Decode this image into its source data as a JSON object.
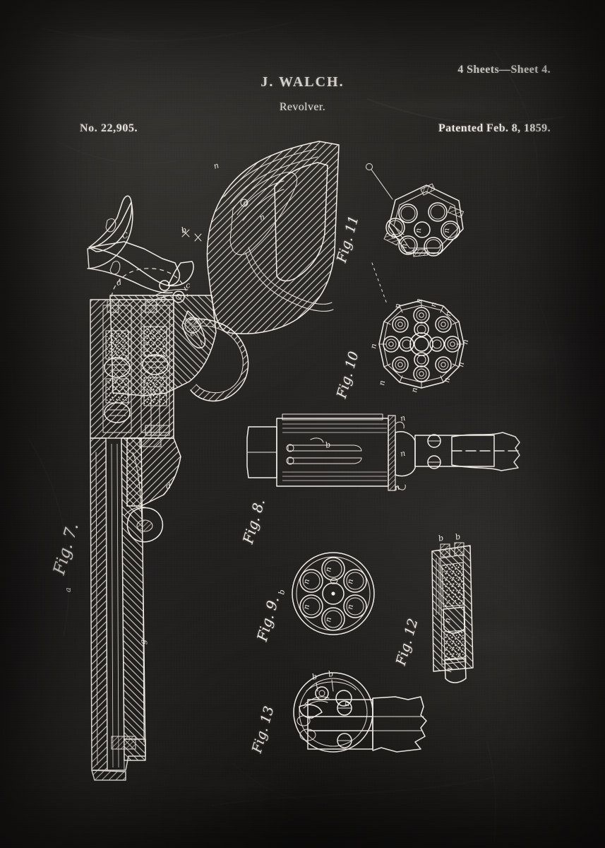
{
  "document": {
    "type": "patent-drawing",
    "inventor": "J. WALCH.",
    "subject": "Revolver.",
    "patent_number": "No. 22,905.",
    "patent_date": "Patented Feb. 8, 1859.",
    "sheet_note": "4 Sheets—Sheet 4."
  },
  "style": {
    "background_color": "#272523",
    "ink_color": "#f2efe8",
    "medium": "chalkboard"
  },
  "figures": [
    {
      "id": "fig-7",
      "label": "Fig. 7.",
      "title": "Longitudinal vertical section of revolver",
      "reference_letters": [
        "n",
        "n",
        "a",
        "b",
        "c",
        "d",
        "e",
        "g",
        "m",
        "o"
      ]
    },
    {
      "id": "fig-11",
      "label": "Fig. 11",
      "title": "End view of hexagonal cylinder with six chambers",
      "reference_letters": [
        "n",
        "n",
        "n",
        "o",
        "n"
      ]
    },
    {
      "id": "fig-10",
      "label": "Fig. 10",
      "title": "Face view of twelve-chamber cylinder",
      "reference_letters": [
        "n",
        "n",
        "n",
        "n",
        "n",
        "n",
        "n",
        "n"
      ]
    },
    {
      "id": "fig-8",
      "label": "Fig. 8.",
      "title": "Longitudinal section of cylinder and breech",
      "reference_letters": [
        "b",
        "n",
        "n",
        "n"
      ]
    },
    {
      "id": "fig-9",
      "label": "Fig. 9.",
      "title": "End view of cylinder with six chambers around hub",
      "reference_letters": [
        "n",
        "n",
        "n",
        "n",
        "n",
        "n",
        "b"
      ]
    },
    {
      "id": "fig-12",
      "label": "Fig. 12",
      "title": "Section of chamber with two superposed charges",
      "reference_letters": [
        "b",
        "b",
        "n",
        "n"
      ]
    },
    {
      "id": "fig-13",
      "label": "Fig. 13",
      "title": "Sectional detail of cylinder and arbor",
      "reference_letters": [
        "b",
        "b",
        "n"
      ]
    }
  ]
}
